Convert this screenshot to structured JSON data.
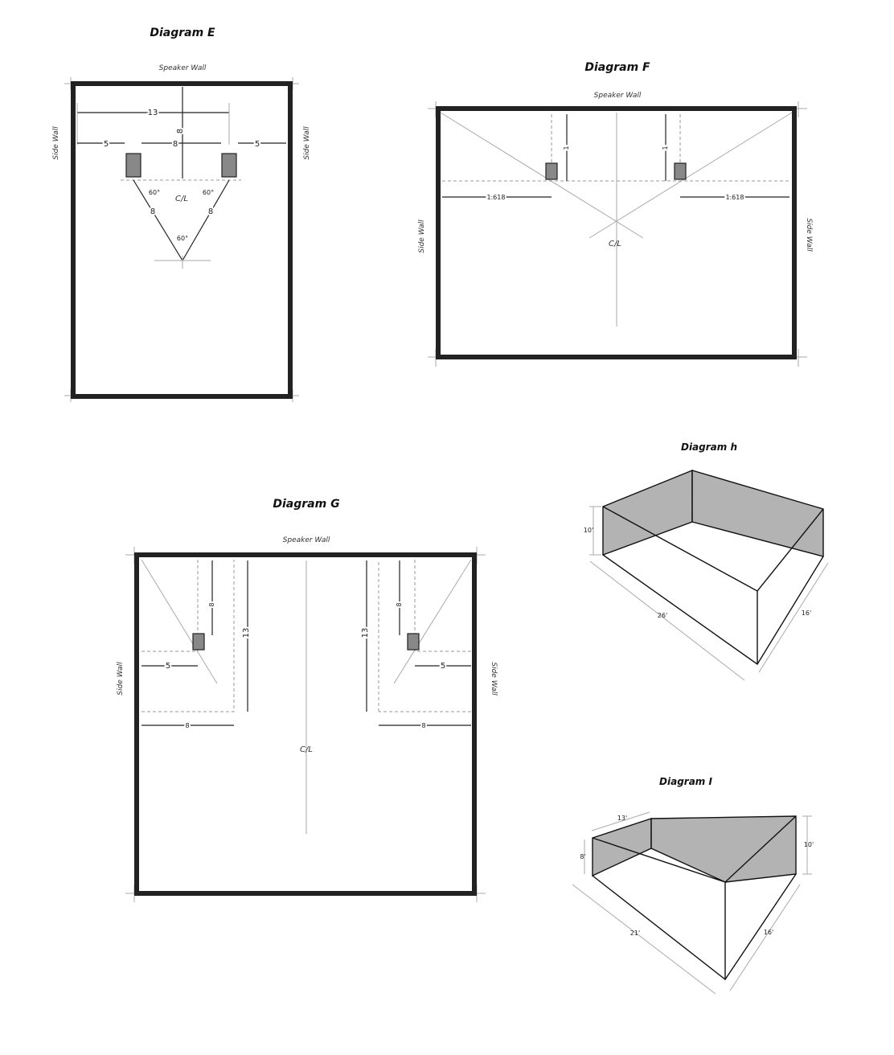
{
  "diagram_e": {
    "title": "Diagram E",
    "speaker_wall": "Speaker Wall",
    "side_wall_left": "Side Wall",
    "side_wall_right": "Side Wall",
    "dim_13": "13",
    "dim_8_vertical": "8",
    "dim_5_left": "5",
    "dim_8_between": "8",
    "dim_5_right": "5",
    "dim_8_leg_left": "8",
    "dim_8_leg_right": "8",
    "angle_left": "60°",
    "angle_right": "60°",
    "angle_bottom": "60°",
    "centerline": "C/L"
  },
  "diagram_f": {
    "title": "Diagram F",
    "speaker_wall": "Speaker Wall",
    "side_wall_left": "Side Wall",
    "side_wall_right": "Side Wall",
    "dim_1_left": "1",
    "dim_1_right": "1",
    "dim_1618_left": "1.618",
    "dim_1618_right": "1.618",
    "centerline": "C/L"
  },
  "diagram_g": {
    "title": "Diagram G",
    "speaker_wall": "Speaker Wall",
    "side_wall_left": "Side Wall",
    "side_wall_right": "Side Wall",
    "dim_8_left_vertical": "8",
    "dim_13_left": "13",
    "dim_13_right": "13",
    "dim_8_right_vertical": "8",
    "dim_5_left": "5",
    "dim_5_right": "5",
    "dim_8_left_bottom": "8",
    "dim_8_right_bottom": "8",
    "centerline": "C/L"
  },
  "diagram_h": {
    "title": "Diagram h",
    "height": "10'",
    "length": "26'",
    "width": "16'"
  },
  "diagram_i": {
    "title": "Diagram I",
    "top": "13'",
    "left_height": "8'",
    "right_height": "10'",
    "length": "21'",
    "width": "16'"
  }
}
